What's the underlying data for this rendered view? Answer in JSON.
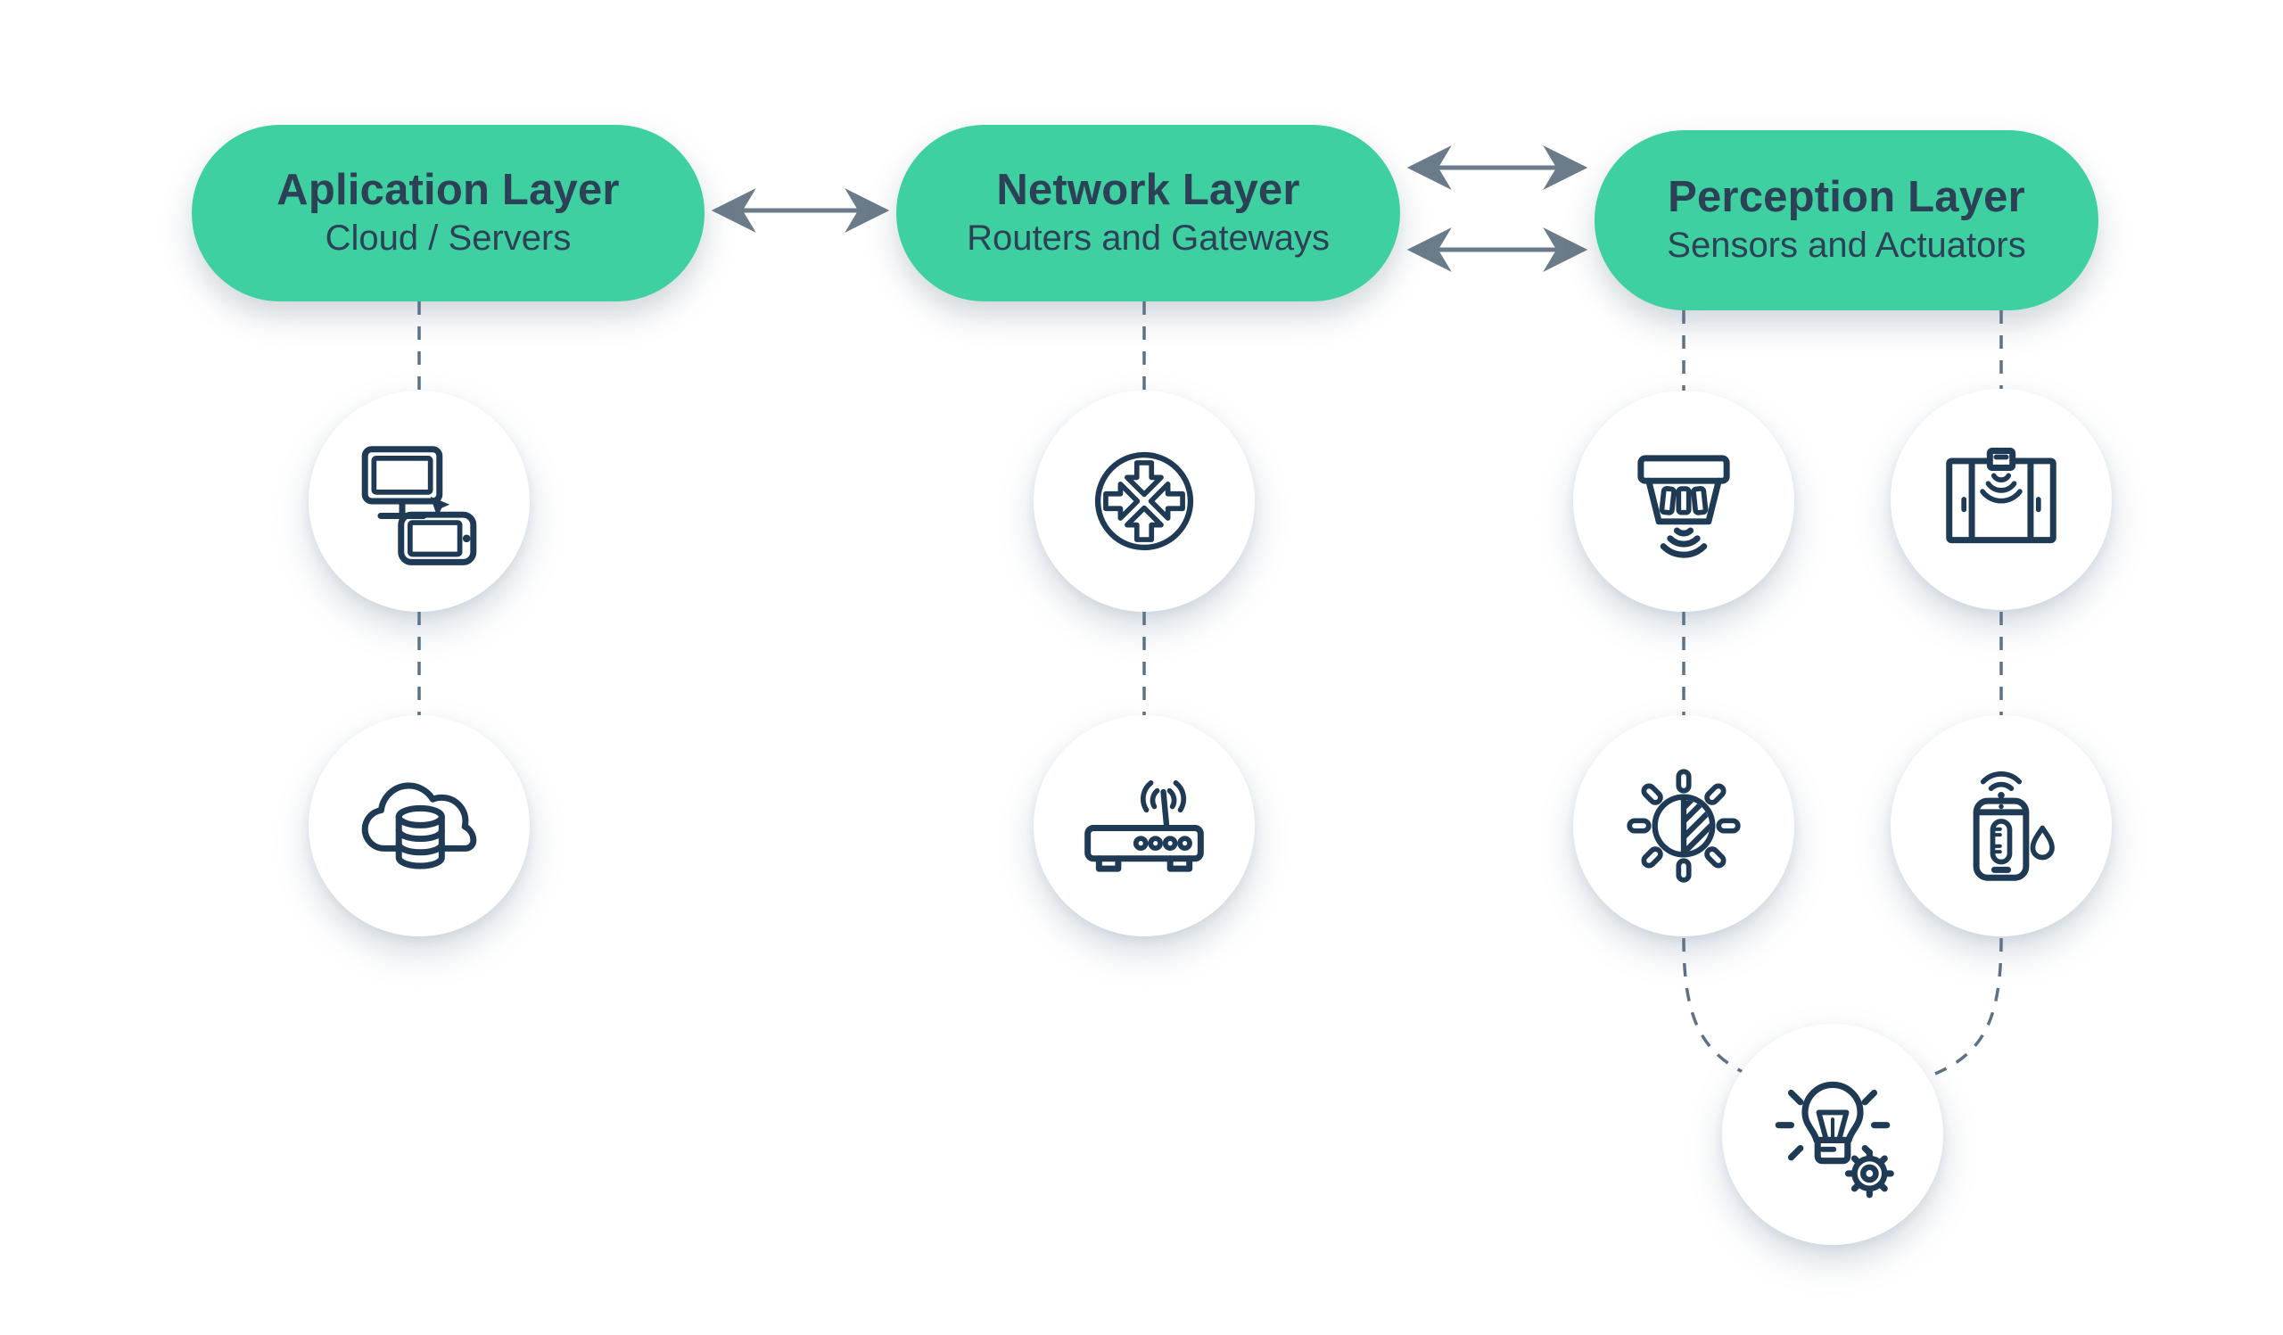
{
  "diagram_title": "IoT layered architecture diagram",
  "colors": {
    "background": "#ffffff",
    "accent_green": "#3fd0a2",
    "pill_text": "#2d4156",
    "icon_stroke": "#1e3a54",
    "arrow_gray": "#6b7b8a",
    "dash_gray": "#5d7285",
    "circle_fill": "#ffffff"
  },
  "layers": [
    {
      "id": "application",
      "title": "Aplication Layer",
      "subtitle": "Cloud / Servers",
      "icons": [
        "desktop-and-tablet-icon",
        "cloud-database-icon"
      ]
    },
    {
      "id": "network",
      "title": "Network Layer",
      "subtitle": "Routers and Gateways",
      "icons": [
        "inward-arrows-routing-icon",
        "wireless-router-icon"
      ]
    },
    {
      "id": "perception",
      "title": "Perception Layer",
      "subtitle": "Sensors and Actuators",
      "icons": [
        "smoke-detector-icon",
        "automatic-door-sensor-icon",
        "light-sensor-icon",
        "humidity-sensor-icon",
        "smart-bulb-gear-icon"
      ]
    }
  ],
  "arrows": [
    {
      "from": "application",
      "to": "network",
      "bidirectional": true,
      "count": 1
    },
    {
      "from": "network",
      "to": "perception",
      "bidirectional": true,
      "count": 2
    }
  ],
  "connector_style": "dashed"
}
